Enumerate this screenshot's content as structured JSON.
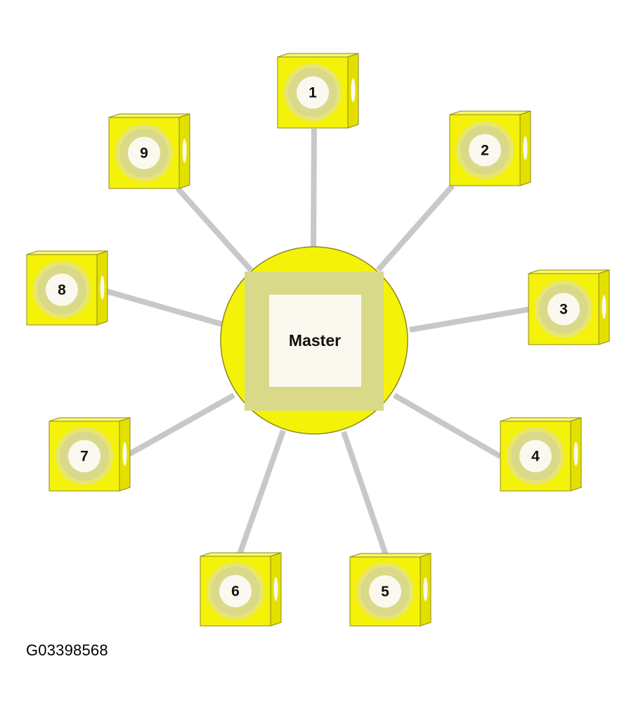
{
  "master": {
    "label": "Master"
  },
  "nodes": [
    {
      "label": "1"
    },
    {
      "label": "2"
    },
    {
      "label": "3"
    },
    {
      "label": "4"
    },
    {
      "label": "5"
    },
    {
      "label": "6"
    },
    {
      "label": "7"
    },
    {
      "label": "8"
    },
    {
      "label": "9"
    }
  ],
  "figure_id": "G03398568",
  "colors": {
    "yellow": "#F5F20A",
    "yellow_edge": "#8C8A1A",
    "side_shade": "#E3E000",
    "top_shade": "#FAF86A",
    "ring": "#D9D98A",
    "pale": "#FBF8EF",
    "connector": "#C8C8C8"
  }
}
